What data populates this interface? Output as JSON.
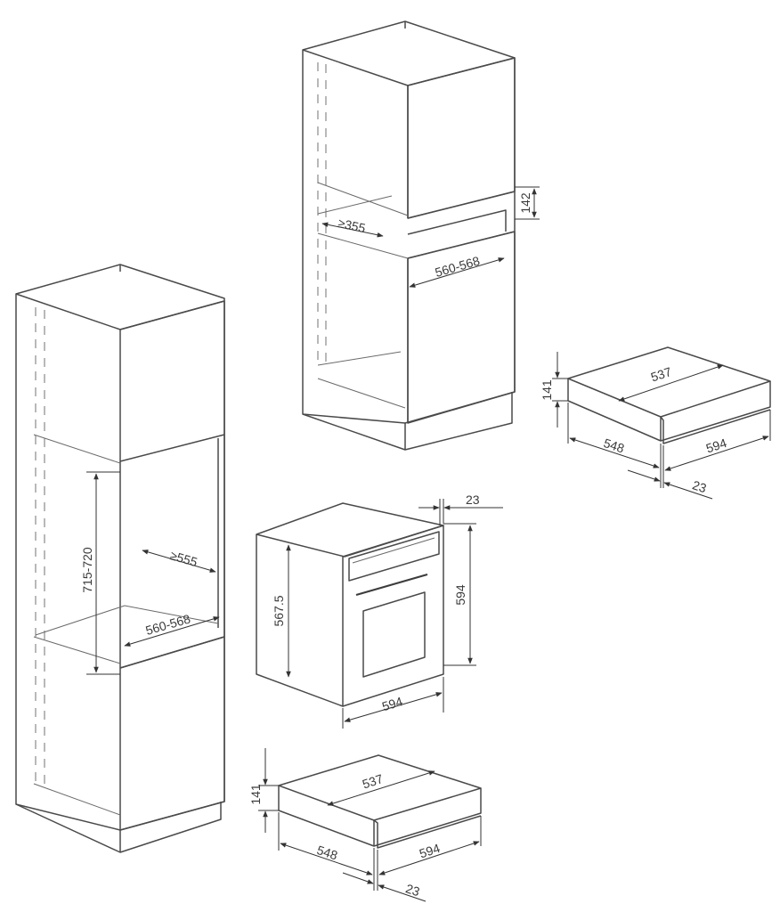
{
  "colors": {
    "line": "#4a4a4a",
    "dimension": "#333333",
    "background": "#ffffff"
  },
  "tall_unit_top": {
    "clearance_depth": "≥355",
    "niche_height": "142",
    "niche_width": "560-568"
  },
  "tall_unit_left": {
    "niche_height": "715-720",
    "clearance_depth": "≥555",
    "niche_width": "560-568"
  },
  "drawer_right": {
    "top_width": "537",
    "height": "141",
    "depth": "548",
    "front_width": "594",
    "front_thickness": "23"
  },
  "oven": {
    "front_thickness": "23",
    "front_height": "594",
    "body_height": "567.5",
    "front_width": "594"
  },
  "drawer_bottom": {
    "top_width": "537",
    "height": "141",
    "depth": "548",
    "front_width": "594",
    "front_thickness": "23"
  }
}
